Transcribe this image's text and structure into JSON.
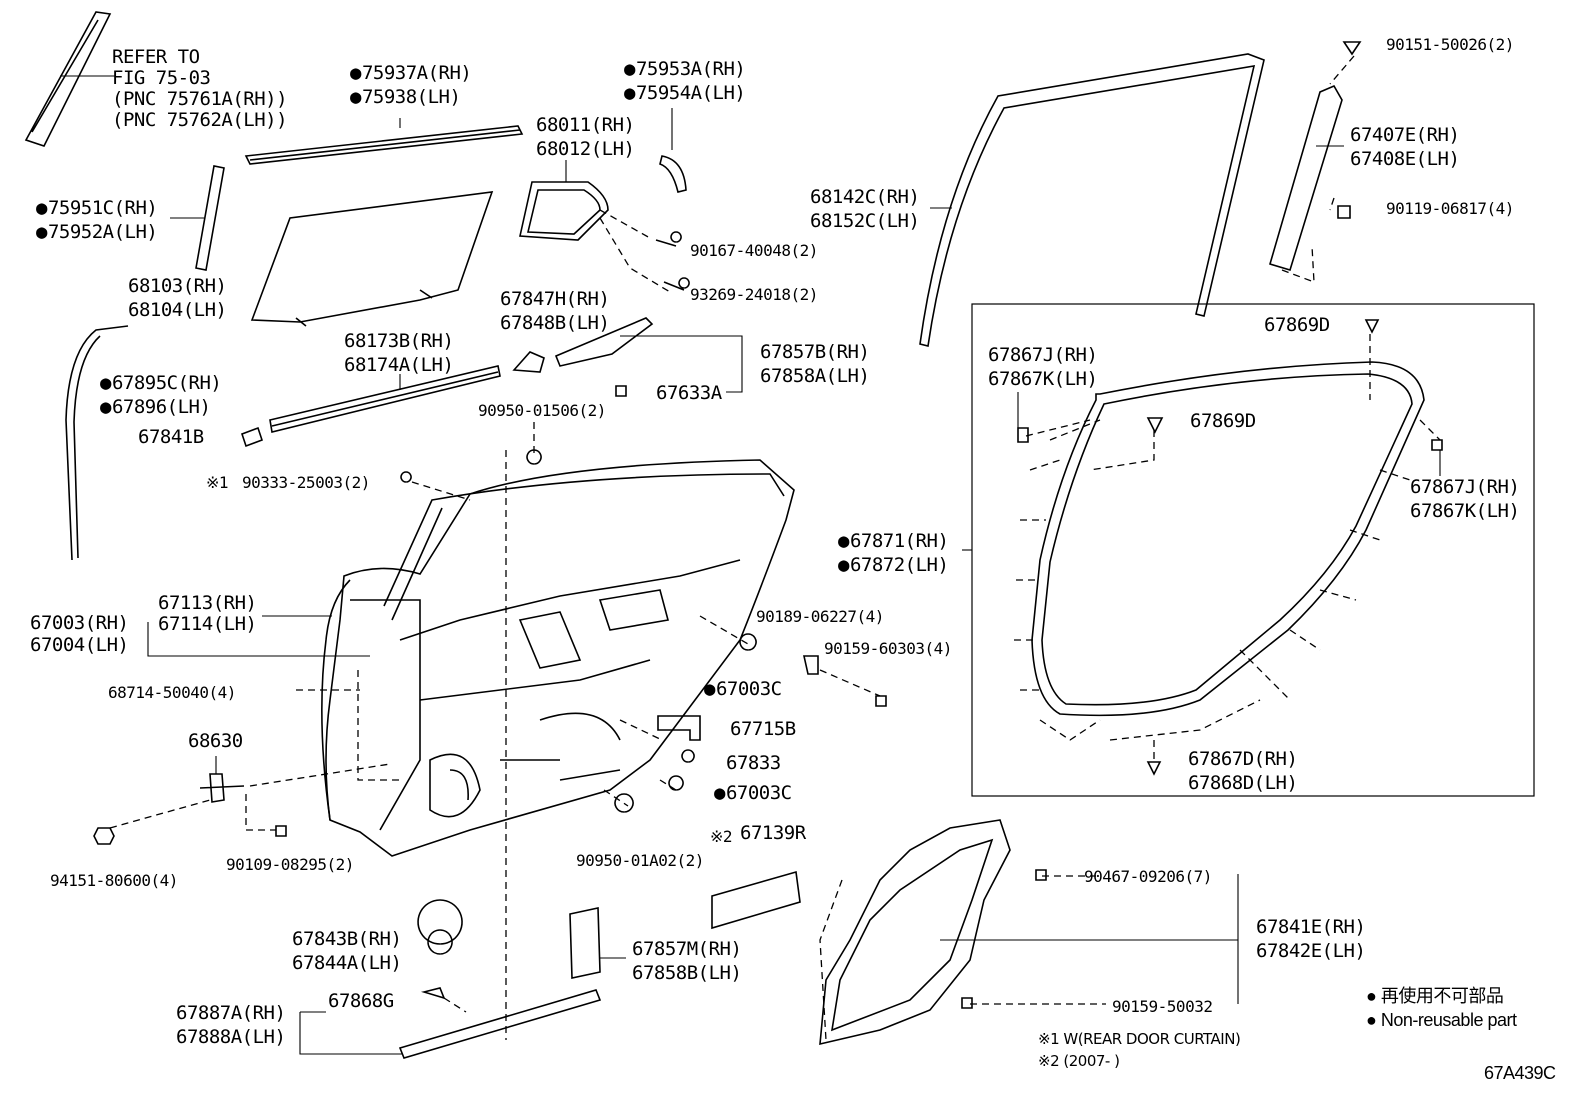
{
  "labels": {
    "refer": [
      "REFER TO",
      "FIG 75-03",
      "(PNC 75761A(RH))",
      "(PNC 75762A(LH))"
    ],
    "p75937": [
      "75937A(RH)",
      "75938(LH)"
    ],
    "p75953": [
      "75953A(RH)",
      "75954A(LH)"
    ],
    "p68011": [
      "68011(RH)",
      "68012(LH)"
    ],
    "p75951": [
      "75951C(RH)",
      "75952A(LH)"
    ],
    "p68103": [
      "68103(RH)",
      "68104(LH)"
    ],
    "p90167": "90167-40048(2)",
    "p93269": "93269-24018(2)",
    "p67847": [
      "67847H(RH)",
      "67848B(LH)"
    ],
    "p68173": [
      "68173B(RH)",
      "68174A(LH)"
    ],
    "p67857b": [
      "67857B(RH)",
      "67858A(LH)"
    ],
    "p67633": "67633A",
    "p67895": [
      "67895C(RH)",
      "67896(LH)"
    ],
    "p67841b": "67841B",
    "p90950a": "90950-01506(2)",
    "p90333": "90333-25003(2)",
    "mark1": "※1",
    "mark2": "※2",
    "p67113": [
      "67113(RH)",
      "67114(LH)"
    ],
    "p67003": [
      "67003(RH)",
      "67004(LH)"
    ],
    "p68714": "68714-50040(4)",
    "p68630": "68630",
    "p94151": "94151-80600(4)",
    "p90109": "90109-08295(2)",
    "p90189": "90189-06227(4)",
    "p90159a": "90159-60303(4)",
    "p67003c1": "67003C",
    "p67715": "67715B",
    "p67833": "67833",
    "p67003c2": "67003C",
    "p90950b": "90950-01A02(2)",
    "p67139": "67139R",
    "p67843": [
      "67843B(RH)",
      "67844A(LH)"
    ],
    "p67857m": [
      "67857M(RH)",
      "67858B(LH)"
    ],
    "p67887": [
      "67887A(RH)",
      "67888A(LH)"
    ],
    "p67868g": "67868G",
    "p90151": "90151-50026(2)",
    "p67407": [
      "67407E(RH)",
      "67408E(LH)"
    ],
    "p90119": "90119-06817(4)",
    "p68142": [
      "68142C(RH)",
      "68152C(LH)"
    ],
    "p67869d1": "67869D",
    "p67867ja": [
      "67867J(RH)",
      "67867K(LH)"
    ],
    "p67869d2": "67869D",
    "p67867jb": [
      "67867J(RH)",
      "67867K(LH)"
    ],
    "p67871": [
      "67871(RH)",
      "67872(LH)"
    ],
    "p67867d": [
      "67867D(RH)",
      "67868D(LH)"
    ],
    "p90467": "90467-09206(7)",
    "p67841e": [
      "67841E(RH)",
      "67842E(LH)"
    ],
    "p90159b": "90159-50032"
  },
  "notes": {
    "note1": "※1 W(REAR DOOR CURTAIN)",
    "note2": "※2 (2007-      )"
  },
  "legend": {
    "jp": "再使用不可部品",
    "en": "Non-reusable part"
  },
  "diagram_code": "67A439C"
}
